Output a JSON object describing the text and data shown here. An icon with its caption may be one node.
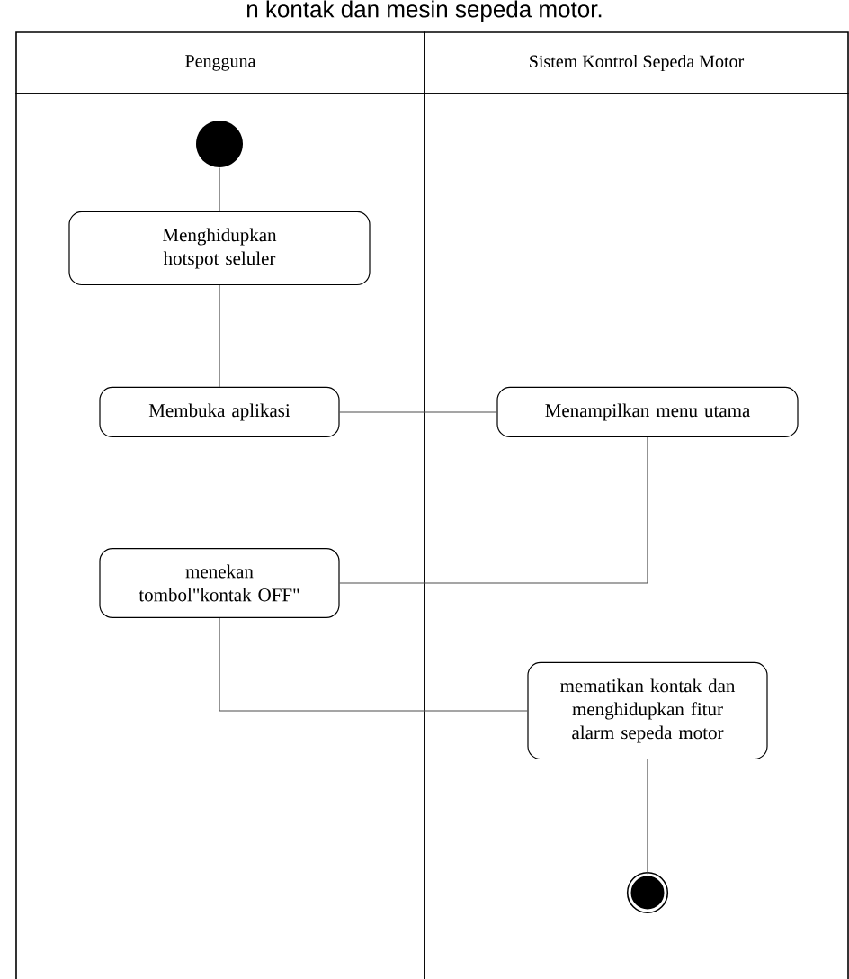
{
  "diagram": {
    "caption": "n kontak dan mesin sepeda motor.",
    "nodes": [
      {
        "text": [
          "Pengguna"
        ]
      },
      {
        "text": [
          "Sistem Kontrol Sepeda Motor"
        ]
      },
      {
        "text": [],
        "shape": "circle",
        "in": 0
      },
      {
        "text": [
          "Menghidupkan hotspot seluler"
        ],
        "in": 0
      },
      {
        "text": [
          "Membuka aplikasi"
        ],
        "in": 0
      },
      {
        "text": [
          "Menampilkan menu utama"
        ],
        "in": 1
      },
      {
        "text": [
          "menekan tombol\"kontak OFF\""
        ],
        "in": 0
      },
      {
        "text": [
          "mematikan kontak dan menghidupkan fitur alarm sepeda motor"
        ],
        "in": 1
      },
      {
        "text": [],
        "shape": "circle",
        "in": 1
      }
    ],
    "edges": [
      {
        "from": 2,
        "to": 3,
        "arrow": "none"
      },
      {
        "from": 3,
        "to": 4,
        "arrow": "none"
      },
      {
        "from": 4,
        "to": 5,
        "arrow": "none"
      },
      {
        "from": 5,
        "to": 6,
        "arrow": "none"
      },
      {
        "from": 6,
        "to": 7,
        "arrow": "none"
      },
      {
        "from": 7,
        "to": 8,
        "arrow": "none"
      }
    ]
  }
}
